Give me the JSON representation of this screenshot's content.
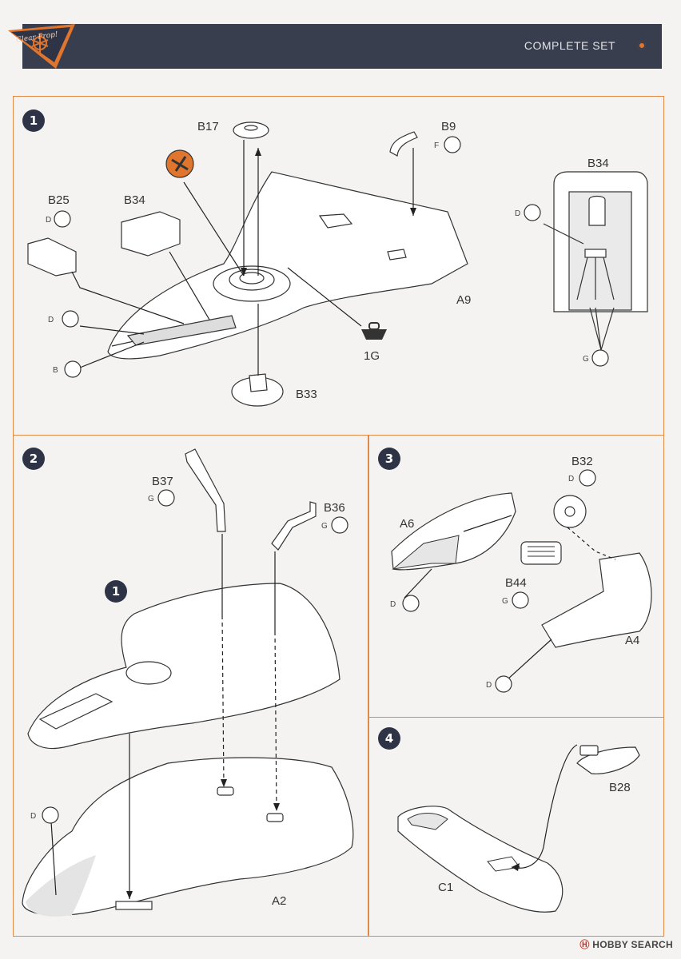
{
  "header": {
    "title": "COMPLETE SET",
    "logo_text": "Clear Prop!"
  },
  "steps": [
    "1",
    "2",
    "3",
    "4"
  ],
  "panel1": {
    "parts": [
      "B17",
      "B9",
      "B34",
      "B25",
      "B34",
      "A9",
      "1G",
      "B33"
    ],
    "paint_codes": [
      "F",
      "D",
      "D",
      "D",
      "B",
      "G"
    ]
  },
  "panel2": {
    "parts": [
      "B37",
      "B36",
      "A2"
    ],
    "subassembly": "1",
    "paint_codes": [
      "G",
      "G",
      "D"
    ]
  },
  "panel3": {
    "parts": [
      "B32",
      "A6",
      "B44",
      "A4"
    ],
    "paint_codes": [
      "D",
      "D",
      "G",
      "D"
    ]
  },
  "panel4": {
    "parts": [
      "B28",
      "C1"
    ]
  },
  "watermark": {
    "logo": "Ⓗ",
    "text": "HOBBY SEARCH"
  },
  "colors": {
    "accent": "#e08a4a",
    "header": "#383e4e",
    "warning": "#e0752e"
  }
}
